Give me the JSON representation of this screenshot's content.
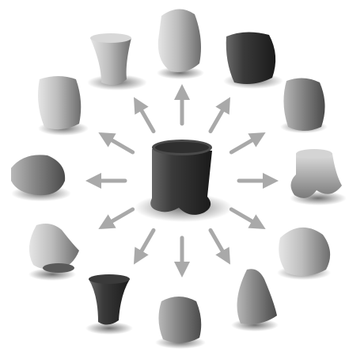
{
  "diagram": {
    "center_shape": "dark-stump-with-feet",
    "surrounding_shapes": [
      "tapered-cup-open-top",
      "rounded-bell",
      "dark-box-with-foot",
      "bulged-vase-right",
      "pillar-with-wide-feet",
      "rounded-dome-right",
      "tall-cone-tent",
      "bulb-with-feet-bottom",
      "dark-funnel-cup",
      "tilted-cone-open-base",
      "rounded-blob-left",
      "bulged-vase-left"
    ],
    "arrow_count": 12,
    "arrow_color": "#a9a9a9"
  }
}
